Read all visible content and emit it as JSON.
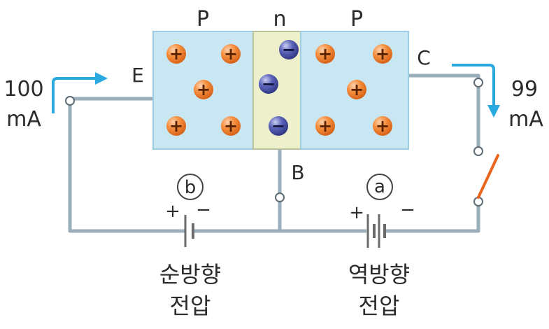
{
  "regions": {
    "left": "P",
    "middle": "n",
    "right": "P"
  },
  "terminals": {
    "emitter": "E",
    "base": "B",
    "collector": "C"
  },
  "currents": {
    "emitter_value": "100",
    "emitter_unit": "mA",
    "collector_value": "99",
    "collector_unit": "mA"
  },
  "carriers": {
    "hole_symbol": "+",
    "electron_symbol": "−"
  },
  "batteries": {
    "forward": {
      "marker": "b",
      "plus": "+",
      "minus": "−",
      "caption_line1": "순방향",
      "caption_line2": "전압"
    },
    "reverse": {
      "marker": "a",
      "plus": "+",
      "minus": "−",
      "caption_line1": "역방향",
      "caption_line2": "전압"
    }
  },
  "colors": {
    "p_region": "#c9e6f3",
    "n_region": "#eef0cc",
    "wire": "#9aaebb",
    "arrow": "#2aa9e0",
    "hole": "#f07f2e",
    "electron": "#4a52a8",
    "switch": "#e8661e"
  }
}
